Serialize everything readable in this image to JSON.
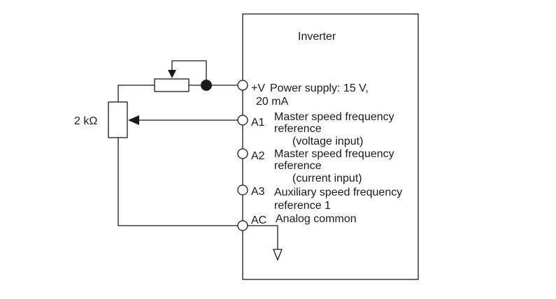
{
  "inverter": {
    "title": "Inverter"
  },
  "potentiometer": {
    "resistance_label": "2 kΩ"
  },
  "terminals": [
    {
      "id": "+V",
      "lines": [
        "Power supply: 15 V,",
        "20 mA"
      ]
    },
    {
      "id": "A1",
      "lines": [
        "Master speed frequency",
        "reference",
        "(voltage input)"
      ]
    },
    {
      "id": "A2",
      "lines": [
        "Master speed frequency",
        "reference",
        "(current input)"
      ]
    },
    {
      "id": "A3",
      "lines": [
        "Auxiliary speed frequency",
        "reference 1"
      ]
    },
    {
      "id": "AC",
      "lines": [
        "Analog common"
      ]
    }
  ]
}
